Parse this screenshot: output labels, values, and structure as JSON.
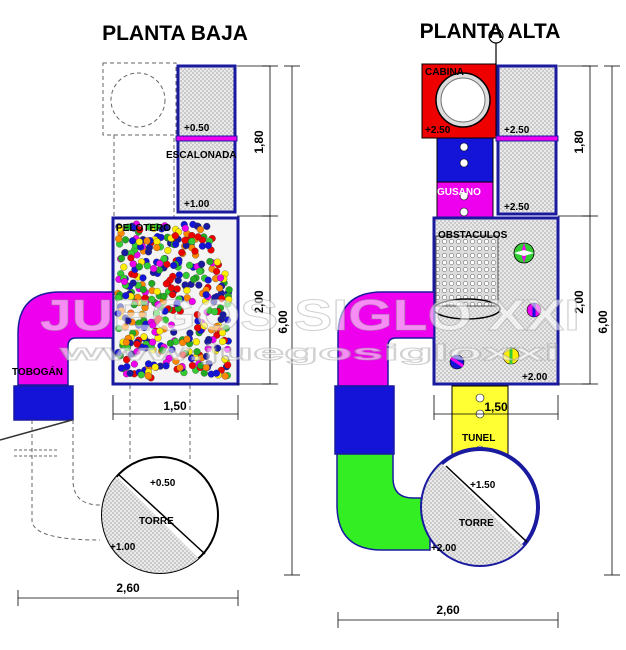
{
  "plans": {
    "left": {
      "title": "PLANTA BAJA",
      "labels": {
        "escalonada_upper_level": "+0.50",
        "escalonada": "ESCALONADA",
        "escalonada_lower_level": "+1.00",
        "pelotero": "PELOTERO",
        "tobogan": "TOBOGÁN",
        "torre_upper_level": "+0.50",
        "torre": "TORRE",
        "torre_lower_level": "+1.00"
      },
      "dimensions": {
        "height_top": "1,80",
        "height_middle": "2,00",
        "height_total": "6,00",
        "width_inner": "1,50",
        "width_total": "2,60"
      }
    },
    "right": {
      "title": "PLANTA ALTA",
      "labels": {
        "cabina": "CABINA",
        "cabina_level": "+2.50",
        "right_upper_level": "+2.50",
        "right_lower_level": "+2.50",
        "gusano": "GUSANO",
        "obstaculos": "OBSTACULOS",
        "obstaculos_level": "+2.00",
        "tunel": "TUNEL",
        "torre_upper_level": "+1.50",
        "torre": "TORRE",
        "torre_lower_level": "+2.00"
      },
      "dimensions": {
        "height_top": "1,80",
        "height_middle": "2,00",
        "height_total": "6,00",
        "width_inner": "1,50",
        "width_total": "2,60"
      }
    }
  },
  "watermark": {
    "primary": "JUEGOS SIGLO XXI",
    "secondary": "www.juegosigloxxi"
  },
  "colors": {
    "frame": "#1a1aa0",
    "slide_magenta": "#ee00ee",
    "slide_blue": "#1414d8",
    "tube_green": "#33ee22",
    "tunnel_yellow": "#ffff33",
    "cabin_red": "#ee0000",
    "floor_grey": "#e4e4e4"
  }
}
